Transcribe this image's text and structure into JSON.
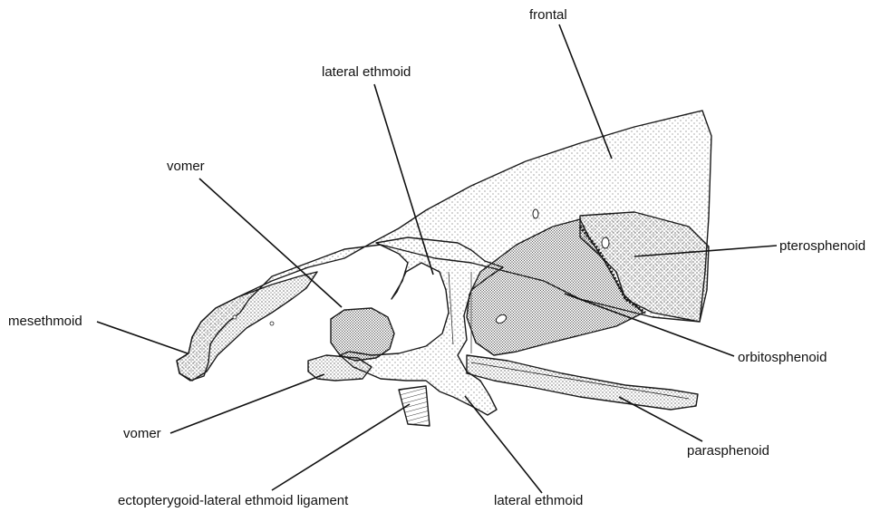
{
  "labels": {
    "frontal": "frontal",
    "lateral_ethmoid_top": "lateral ethmoid",
    "vomer_top": "vomer",
    "pterosphenoid": "pterosphenoid",
    "mesethmoid": "mesethmoid",
    "orbitosphenoid": "orbitosphenoid",
    "vomer_bottom": "vomer",
    "parasphenoid": "parasphenoid",
    "ectopterygoid_ligament": "ectopterygoid-lateral ethmoid ligament",
    "lateral_ethmoid_bottom": "lateral ethmoid"
  }
}
